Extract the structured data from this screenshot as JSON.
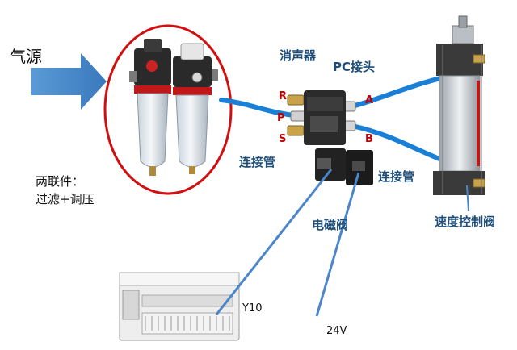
{
  "labels": {
    "air_source": "气源",
    "frl_unit_line1": "两联件：",
    "frl_unit_line2": "过滤+调压",
    "muffler": "消声器",
    "pc_fitting": "PC接头",
    "port_r": "R",
    "port_p": "P",
    "port_s": "S",
    "port_a": "A",
    "port_b": "B",
    "connector_pipe_left": "连接管",
    "connector_pipe_right": "连接管",
    "solenoid_valve": "电磁阀",
    "speed_control_valve": "速度控制阀",
    "plc_output": "Y10",
    "supply_voltage": "24V"
  },
  "colors": {
    "arrow": "#4f8fd0",
    "text_blue": "#1f4e79",
    "text_red": "#c00000",
    "tube": "#1a7fd6",
    "leader_line": "#4a86c8",
    "highlight_ellipse": "#d01010"
  }
}
